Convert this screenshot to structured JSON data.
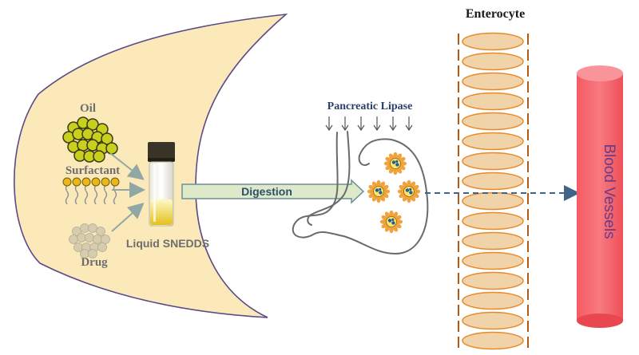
{
  "labels": {
    "oil": "Oil",
    "surfactant": "Surfactant",
    "drug": "Drug",
    "liquid_snedds": "Liquid SNEDDS",
    "digestion": "Digestion",
    "pancreatic_lipase": "Pancreatic Lipase",
    "enterocyte": "Enterocyte",
    "blood_vessels": "Blood Vessels"
  },
  "colors": {
    "crescent_fill": "#fbe9ba",
    "crescent_stroke": "#5a4a8a",
    "oil_droplet": "#c9cf1e",
    "surfactant_head": "#e8b81a",
    "drug_particle": "#d6cdb0",
    "digestion_arrow": "#dde9c9",
    "digestion_arrow_stroke": "#6a8f95",
    "digestion_text": "#2c4f6e",
    "cell_fill": "#f1d3a9",
    "cell_stroke": "#e88a2a",
    "membrane_dash": "#b05a14",
    "blood_vessel": "#f4636b",
    "blood_vessel_text": "#6a3a8a",
    "transport_arrow": "#3f6487",
    "lipase_text": "#2c3f6a",
    "micelle_petal": "#f2a23a",
    "micelle_core": "#1f5f95"
  }
}
